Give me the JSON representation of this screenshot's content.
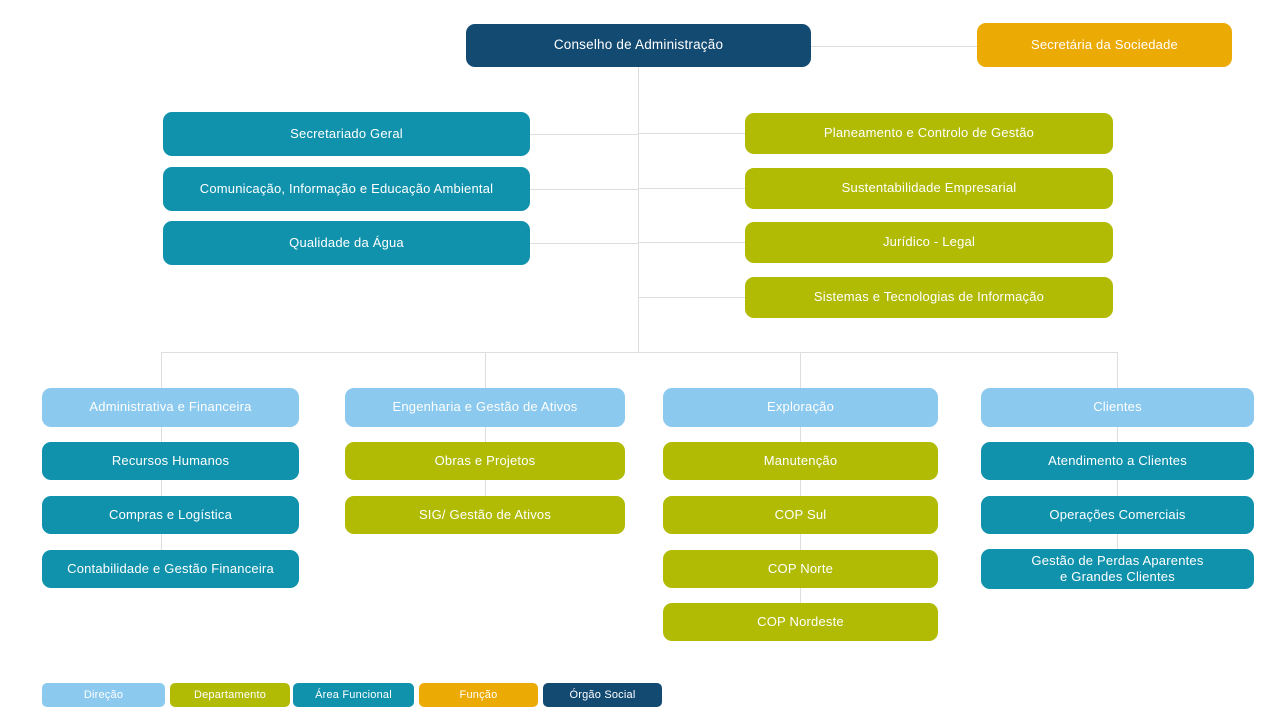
{
  "colors": {
    "navy": "#134a72",
    "orange": "#ecaa05",
    "teal": "#1092ad",
    "olive": "#b1bb04",
    "lightblue": "#8bc9ee",
    "line": "#dedede",
    "text": "#ffffff"
  },
  "board": {
    "label": "Conselho de Administração",
    "type": "orgao-social"
  },
  "secretary": {
    "label": "Secretária da Sociedade",
    "type": "funcao"
  },
  "left_areas": [
    {
      "label": "Secretariado Geral",
      "type": "area-funcional"
    },
    {
      "label": "Comunicação, Informação e Educação Ambiental",
      "type": "area-funcional"
    },
    {
      "label": "Qualidade da Água",
      "type": "area-funcional"
    }
  ],
  "right_departments": [
    {
      "label": "Planeamento e Controlo de Gestão",
      "type": "departamento"
    },
    {
      "label": "Sustentabilidade Empresarial",
      "type": "departamento"
    },
    {
      "label": "Jurídico - Legal",
      "type": "departamento"
    },
    {
      "label": "Sistemas e Tecnologias de Informação",
      "type": "departamento"
    }
  ],
  "directions": [
    {
      "header": "Administrativa e Financeira",
      "type": "direcao",
      "children": [
        {
          "label": "Recursos Humanos",
          "type": "area-funcional"
        },
        {
          "label": "Compras e Logística",
          "type": "area-funcional"
        },
        {
          "label": "Contabilidade e Gestão Financeira",
          "type": "area-funcional"
        }
      ]
    },
    {
      "header": "Engenharia e Gestão de Ativos",
      "type": "direcao",
      "children": [
        {
          "label": "Obras e Projetos",
          "type": "departamento"
        },
        {
          "label": "SIG/ Gestão de Ativos",
          "type": "departamento"
        }
      ]
    },
    {
      "header": "Exploração",
      "type": "direcao",
      "children": [
        {
          "label": "Manutenção",
          "type": "departamento"
        },
        {
          "label": "COP Sul",
          "type": "departamento"
        },
        {
          "label": "COP Norte",
          "type": "departamento"
        },
        {
          "label": "COP Nordeste",
          "type": "departamento"
        }
      ]
    },
    {
      "header": "Clientes",
      "type": "direcao",
      "children": [
        {
          "label": "Atendimento a Clientes",
          "type": "area-funcional"
        },
        {
          "label": "Operações Comerciais",
          "type": "area-funcional"
        },
        {
          "label": "Gestão de Perdas Aparentes e Grandes Clientes",
          "type": "area-funcional"
        }
      ]
    }
  ],
  "legend": {
    "items": [
      {
        "label": "Direção",
        "color": "lightblue"
      },
      {
        "label": "Departamento",
        "color": "olive"
      },
      {
        "label": "Área Funcional",
        "color": "teal"
      },
      {
        "label": "Função",
        "color": "orange"
      },
      {
        "label": "Órgão Social",
        "color": "navy"
      }
    ]
  }
}
